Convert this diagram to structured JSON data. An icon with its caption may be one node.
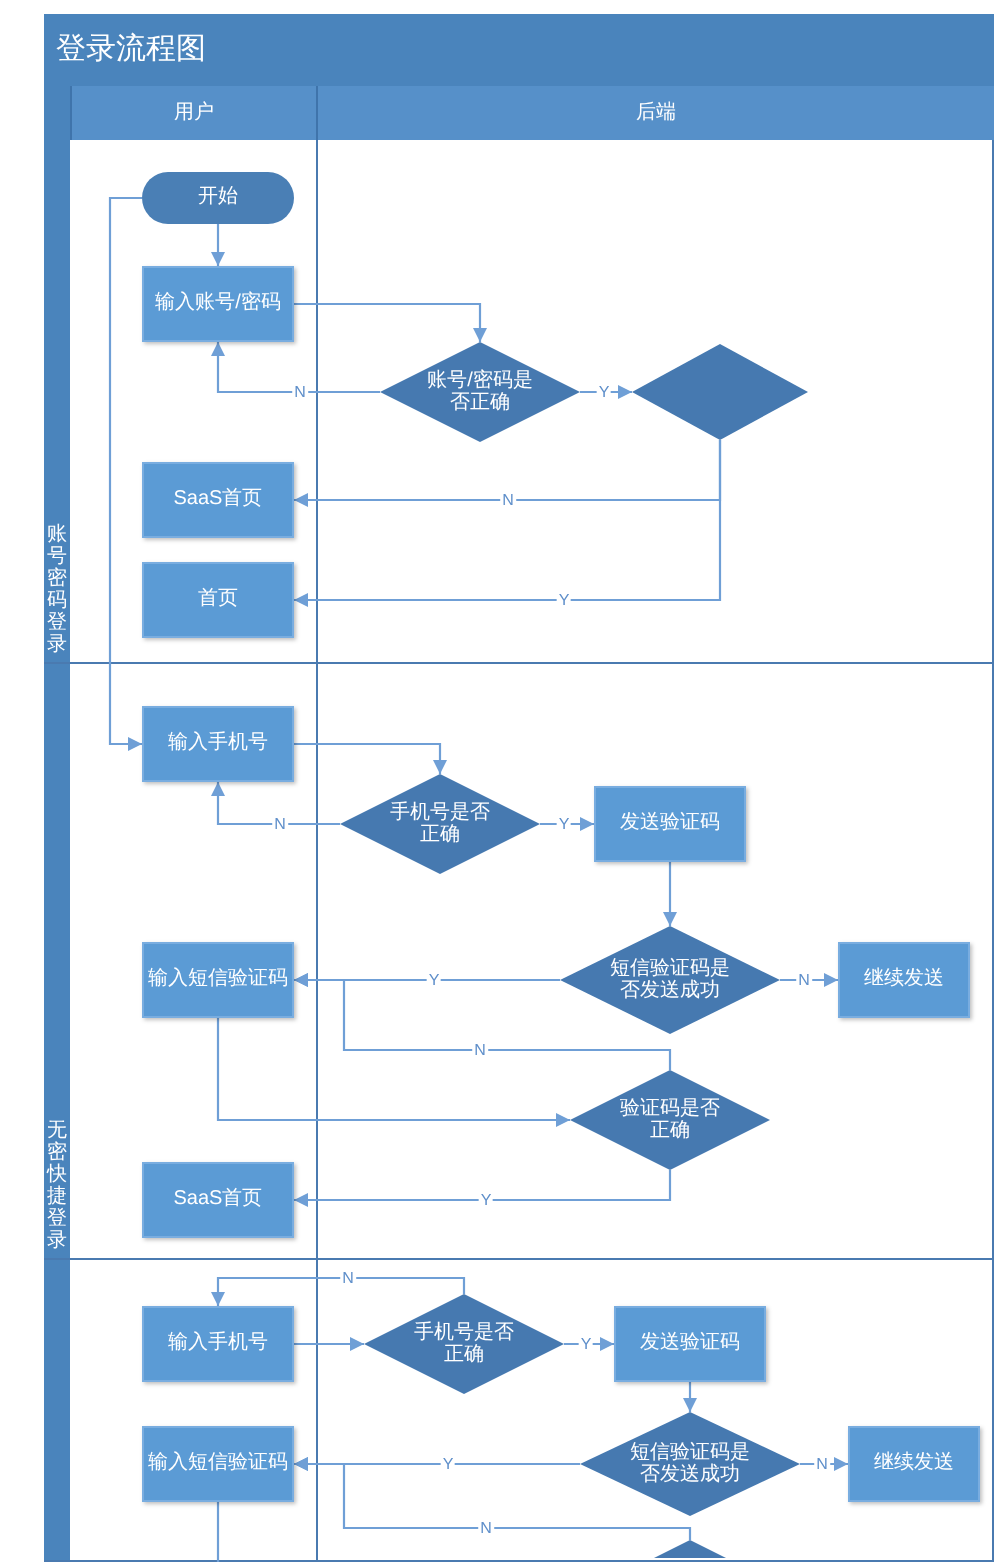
{
  "diagram": {
    "nodes": [
      {
        "text": [
          "登录流程图"
        ]
      },
      {
        "text": [
          "用户"
        ],
        "in": 0
      },
      {
        "text": [
          "后端"
        ],
        "in": 0
      },
      {
        "text": [
          "账号密码登录"
        ],
        "in": 0
      },
      {
        "text": [
          "开始"
        ],
        "in": 3
      },
      {
        "text": [
          "输入账号/密码"
        ],
        "in": 3
      },
      {
        "text": [
          "账号/密码是否正确"
        ],
        "in": 3
      },
      {
        "text": [],
        "shape": "diamond",
        "in": 3
      },
      {
        "text": [
          "SaaS首页"
        ],
        "in": 3
      },
      {
        "text": [
          "首页"
        ],
        "in": 3
      },
      {
        "text": [
          "无密快捷登录"
        ],
        "in": 0
      },
      {
        "text": [
          "输入手机号"
        ],
        "in": 10
      },
      {
        "text": [
          "手机号是否正确"
        ],
        "in": 10
      },
      {
        "text": [
          "发送验证码"
        ],
        "in": 10
      },
      {
        "text": [
          "输入短信验证码"
        ],
        "in": 10
      },
      {
        "text": [
          "短信验证码是否发送成功"
        ],
        "in": 10
      },
      {
        "text": [
          "继续发送"
        ],
        "in": 10
      },
      {
        "text": [
          "验证码是否正确"
        ],
        "in": 10
      },
      {
        "text": [
          "SaaS首页"
        ],
        "in": 10
      },
      {
        "text": [],
        "shape": "band",
        "in": 0
      },
      {
        "text": [
          "输入手机号"
        ],
        "in": 19
      },
      {
        "text": [
          "手机号是否正确"
        ],
        "in": 19
      },
      {
        "text": [
          "发送验证码"
        ],
        "in": 19
      },
      {
        "text": [
          "输入短信验证码"
        ],
        "in": 19
      },
      {
        "text": [
          "短信验证码是否发送成功"
        ],
        "in": 19
      },
      {
        "text": [
          "继续发送"
        ],
        "in": 19
      },
      {
        "text": [],
        "shape": "diamond",
        "in": 19
      }
    ],
    "edges": [
      {
        "from": 4,
        "to": 5,
        "arrow": "to"
      },
      {
        "from": 4,
        "to": 11,
        "arrow": "to"
      },
      {
        "from": 5,
        "to": 6,
        "arrow": "to"
      },
      {
        "from": 6,
        "to": 5,
        "arrow": "to",
        "label": "N"
      },
      {
        "from": 6,
        "to": 7,
        "arrow": "to",
        "label": "Y"
      },
      {
        "from": 7,
        "to": 8,
        "arrow": "to",
        "label": "N"
      },
      {
        "from": 7,
        "to": 9,
        "arrow": "to",
        "label": "Y"
      },
      {
        "from": 11,
        "to": 12,
        "arrow": "to"
      },
      {
        "from": 12,
        "to": 11,
        "arrow": "to",
        "label": "N"
      },
      {
        "from": 12,
        "to": 13,
        "arrow": "to",
        "label": "Y"
      },
      {
        "from": 13,
        "to": 15,
        "arrow": "to"
      },
      {
        "from": 15,
        "to": 16,
        "arrow": "to",
        "label": "N"
      },
      {
        "from": 15,
        "to": 14,
        "arrow": "to",
        "label": "Y"
      },
      {
        "from": 17,
        "to": 14,
        "arrow": "to",
        "label": "N"
      },
      {
        "from": 14,
        "to": 17,
        "arrow": "to"
      },
      {
        "from": 17,
        "to": 18,
        "arrow": "to",
        "label": "Y"
      },
      {
        "from": 20,
        "to": 21,
        "arrow": "to"
      },
      {
        "from": 21,
        "to": 20,
        "arrow": "to",
        "label": "N"
      },
      {
        "from": 21,
        "to": 22,
        "arrow": "to",
        "label": "Y"
      },
      {
        "from": 22,
        "to": 24,
        "arrow": "to"
      },
      {
        "from": 24,
        "to": 25,
        "arrow": "to",
        "label": "N"
      },
      {
        "from": 24,
        "to": 23,
        "arrow": "to",
        "label": "Y"
      },
      {
        "from": 26,
        "to": 23,
        "arrow": "to",
        "label": "N"
      },
      {
        "from": 23,
        "to": null,
        "arrow": "none"
      }
    ]
  }
}
